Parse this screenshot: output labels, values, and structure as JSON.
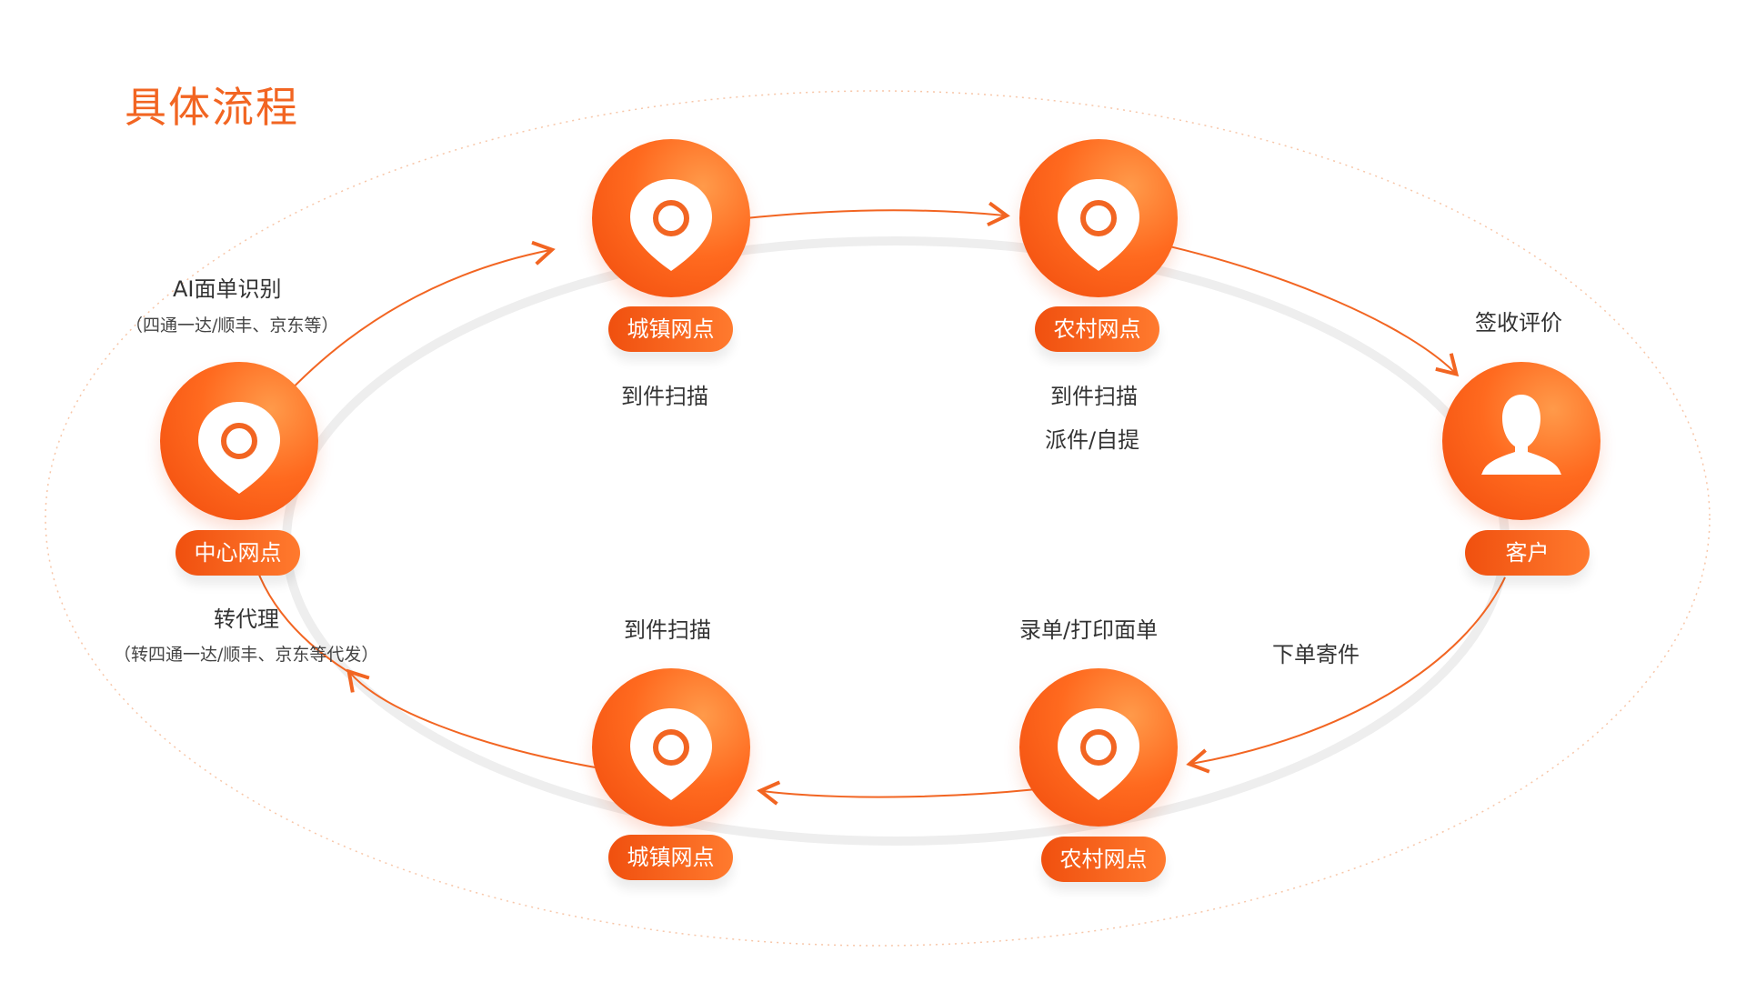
{
  "title": "具体流程",
  "colors": {
    "accent": "#f26522",
    "node_fill": "#ff6a1f",
    "text": "#333333"
  },
  "nodes": {
    "center": {
      "label": "中心网点",
      "icon": "location-pin-icon"
    },
    "town_top": {
      "label": "城镇网点",
      "icon": "location-pin-icon"
    },
    "village_top": {
      "label": "农村网点",
      "icon": "location-pin-icon"
    },
    "customer": {
      "label": "客户",
      "icon": "user-icon"
    },
    "village_bottom": {
      "label": "农村网点",
      "icon": "location-pin-icon"
    },
    "town_bottom": {
      "label": "城镇网点",
      "icon": "location-pin-icon"
    }
  },
  "annotations": {
    "ai_recognition": "AI面单识别",
    "ai_recognition_note": "（四通一达/顺丰、京东等）",
    "town_top_scan": "到件扫描",
    "village_top_scan": "到件扫描",
    "village_top_delivery": "派件/自提",
    "sign_review": "签收评价",
    "place_order": "下单寄件",
    "record_print": "录单/打印面单",
    "town_bottom_scan": "到件扫描",
    "transfer_agent": "转代理",
    "transfer_agent_note": "（转四通一达/顺丰、京东等代发）"
  }
}
